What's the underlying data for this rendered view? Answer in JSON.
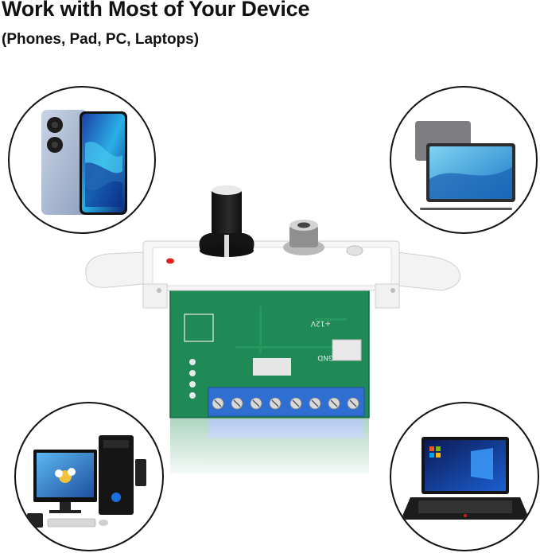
{
  "header": {
    "title": "Work with Most of Your Device",
    "subtitle": "(Phones, Pad, PC, Laptops)"
  },
  "devices": [
    {
      "name": "phone",
      "icon": "smartphone-icon"
    },
    {
      "name": "tablet",
      "icon": "tablet-icon"
    },
    {
      "name": "desktop-pc",
      "icon": "desktop-computer-icon"
    },
    {
      "name": "laptop",
      "icon": "laptop-icon"
    }
  ],
  "board": {
    "labels": [
      "+12V",
      "GND"
    ]
  },
  "colors": {
    "pcb": "#1f8a55",
    "terminal": "#2f6fd1",
    "faceplate": "#f1f1f1",
    "knob": "#1b1b1b",
    "led": "#e02020"
  }
}
